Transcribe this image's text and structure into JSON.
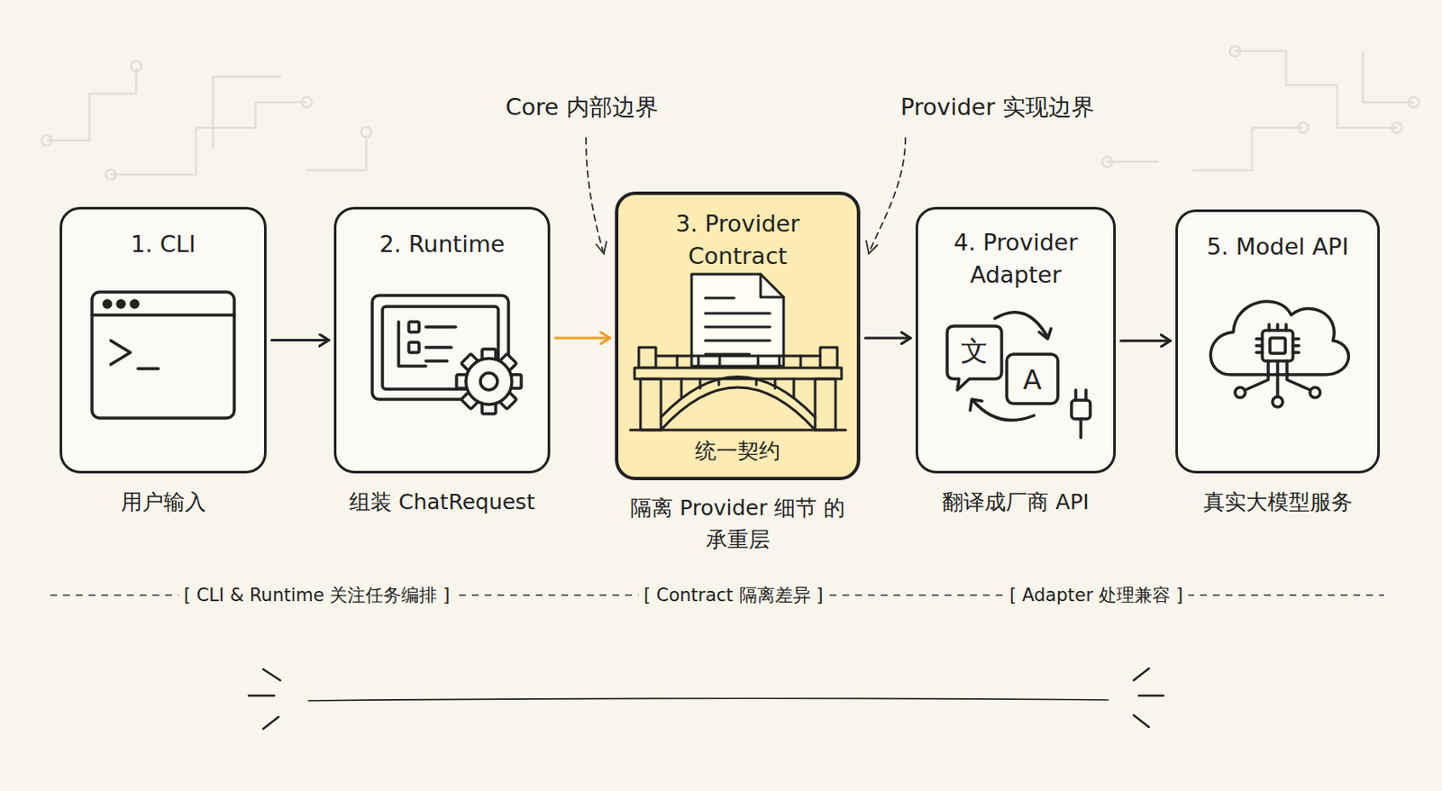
{
  "diagram": {
    "nodes": [
      {
        "text": [
          "1. CLI",
          "用户输入"
        ]
      },
      {
        "text": [
          "2. Runtime",
          "组装 ChatRequest"
        ]
      },
      {
        "text": [
          "3. Provider Contract",
          "统一契约",
          "隔离 Provider 细节 的承重层"
        ]
      },
      {
        "text": [
          "4. Provider Adapter",
          "翻译成厂商 API"
        ]
      },
      {
        "text": [
          "5. Model API",
          "真实大模型服务"
        ]
      }
    ],
    "edges": [
      {
        "from": 0,
        "to": 1,
        "arrow": "to"
      },
      {
        "from": 1,
        "to": 2,
        "arrow": "to"
      },
      {
        "from": 2,
        "to": 3,
        "arrow": "to"
      },
      {
        "from": 3,
        "to": 4,
        "arrow": "to"
      }
    ],
    "labels": [
      "Core 内部边界",
      "Provider 实现边界",
      "[ CLI & Runtime 关注任务编排 ]",
      "[ Contract 隔离差异 ]",
      "[ Adapter 处理兼容 ]",
      "文",
      "A"
    ]
  }
}
